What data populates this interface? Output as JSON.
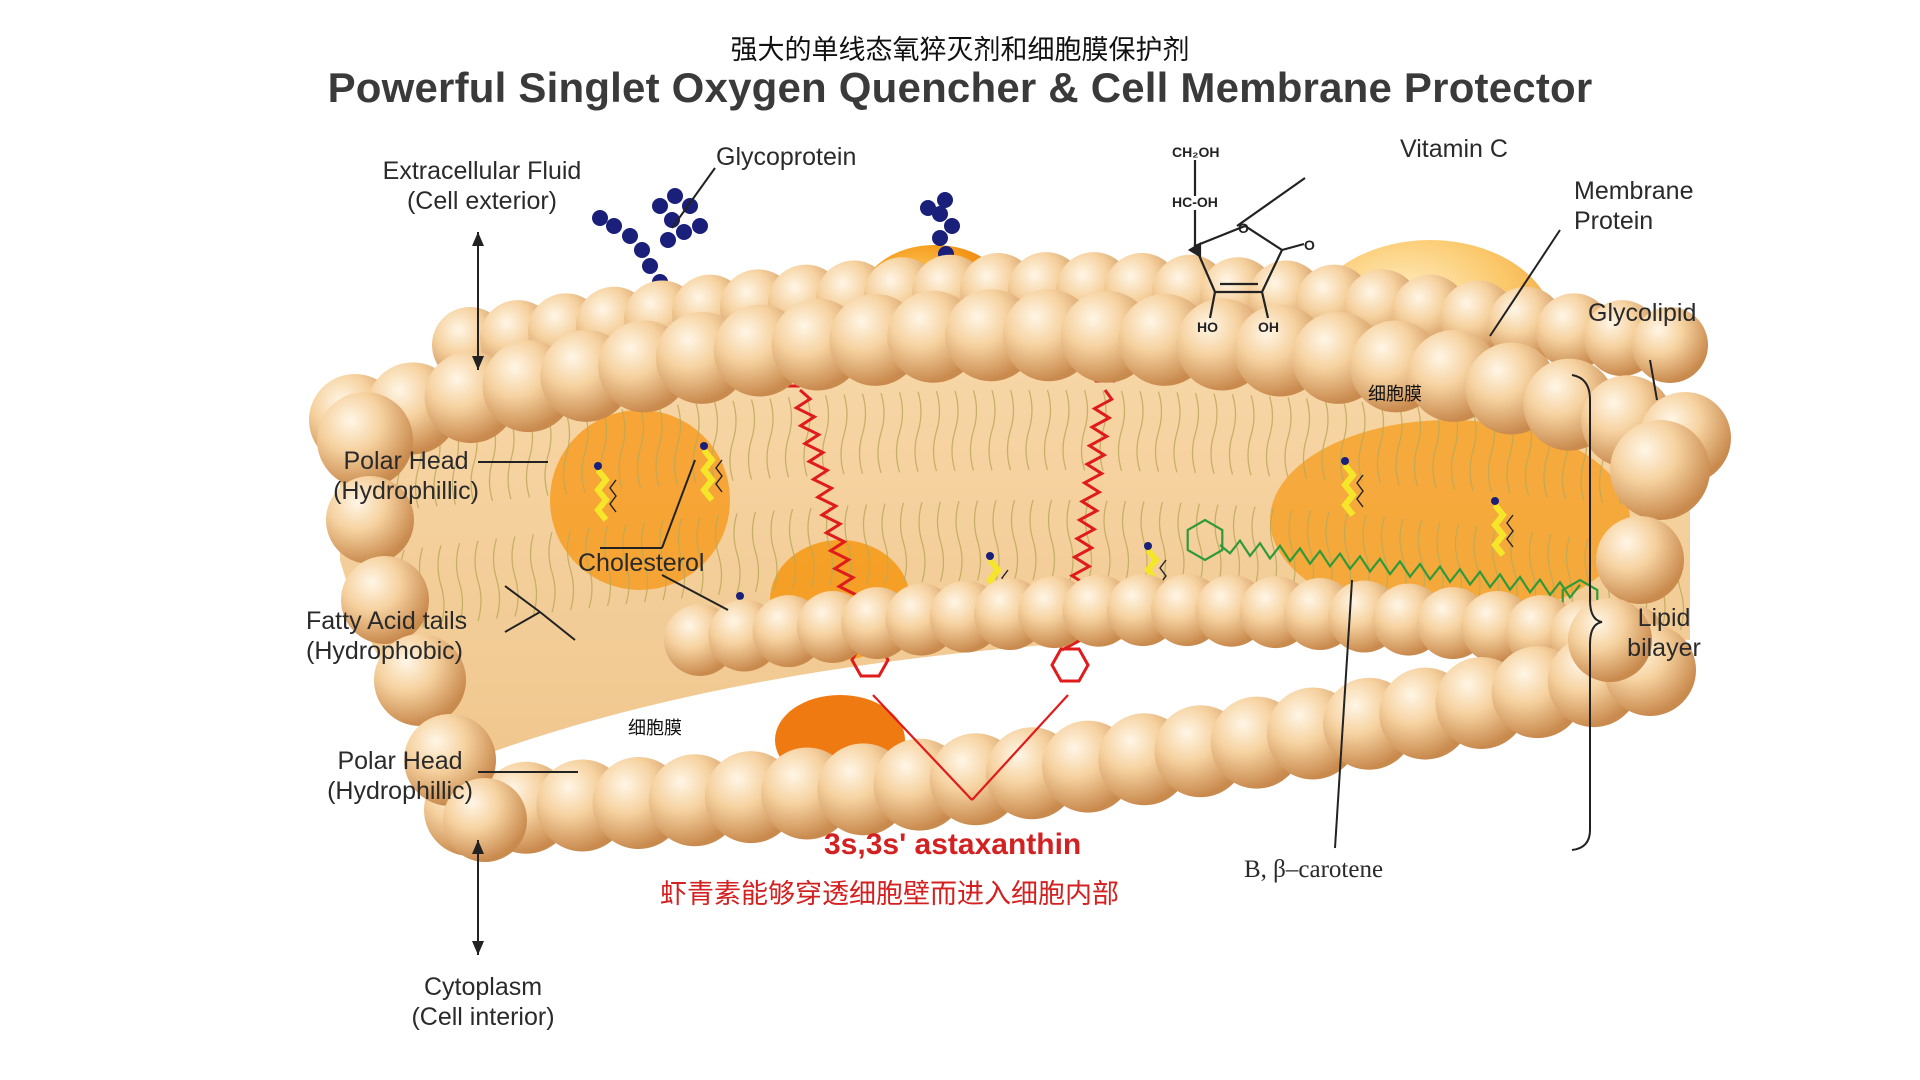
{
  "title_cn": "强大的单线态氧猝灭剂和细胞膜保护剂",
  "title_en": "Powerful Singlet Oxygen Quencher & Cell Membrane Protector",
  "labels": {
    "extracellular": "Extracellular Fluid\n(Cell exterior)",
    "glycoprotein": "Glycoprotein",
    "vitamin_c": "Vitamin C",
    "membrane_protein": "Membrane\nProtein",
    "glycolipid": "Glycolipid",
    "polar_head_top": "Polar Head\n(Hydrophillic)",
    "cholesterol": "Cholesterol",
    "fatty_acid": "Fatty Acid tails\n(Hydrophobic)",
    "polar_head_bottom": "Polar Head\n(Hydrophillic)",
    "cytoplasm": "Cytoplasm\n(Cell interior)",
    "lipid_bilayer": "Lipid\nbilayer",
    "beta_carotene": "B, β–carotene",
    "membrane_cn_top": "细胞膜",
    "membrane_cn_bottom": "细胞膜",
    "astaxanthin": "3s,3s' astaxanthin",
    "astaxanthin_cn": "虾青素能够穿透细胞壁而进入细胞内部"
  },
  "chem_labels": {
    "ch2oh": "CH₂OH",
    "hcoh": "HC-OH",
    "o_ring": "O",
    "o_carbonyl": "O",
    "ho": "HO",
    "oh": "OH"
  },
  "colors": {
    "bead": "#f2c48d",
    "protein": "#f49b1a",
    "astaxanthin": "#e01b1b",
    "carotene": "#2f9a3a",
    "cholesterol": "#f5e62a",
    "glyco": "#1a1f7a"
  }
}
